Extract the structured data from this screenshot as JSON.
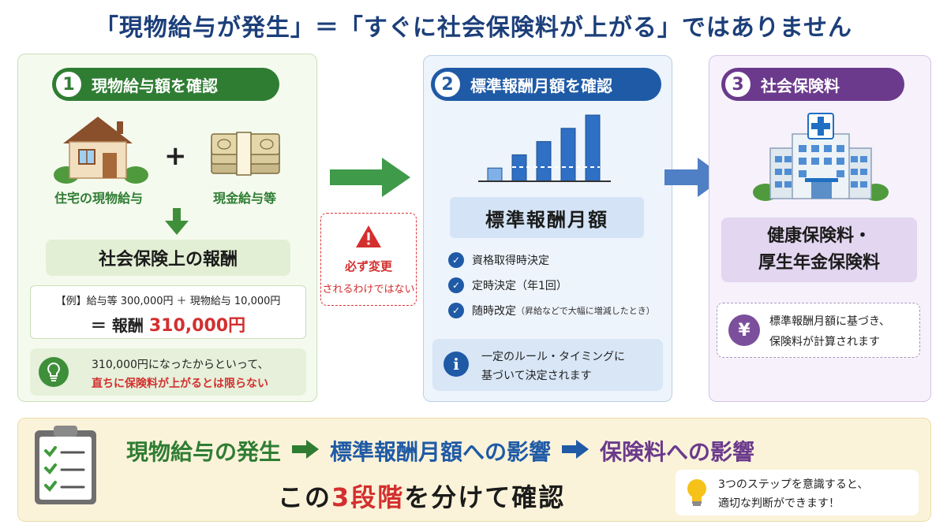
{
  "title": "「現物給与が発生」＝「すぐに社会保険料が上がる」ではありません",
  "step1": {
    "num": "1",
    "label": "現物給与額を確認",
    "house_label": "住宅の現物給与",
    "plus": "+",
    "cash_label": "現金給与等",
    "result": "社会保険上の報酬",
    "example_line1": "【例】給与等 300,000円 ＋ 現物給与 10,000円",
    "example_eq": "＝ 報酬",
    "example_value": "310,000円",
    "tip_line1": "310,000円になったからといって、",
    "tip_line2": "直ちに保険料が上がるとは限らない"
  },
  "caution": {
    "line1": "必ず変更",
    "line2": "されるわけではない"
  },
  "step2": {
    "num": "2",
    "label": "標準報酬月額を確認",
    "box": "標準報酬月額",
    "checks": [
      {
        "main": "資格取得時決定",
        "note": ""
      },
      {
        "main": "定時決定（年1回）",
        "note": ""
      },
      {
        "main": "随時改定",
        "note": "（昇給などで大幅に増減したとき）"
      }
    ],
    "info_line1": "一定のルール・タイミングに",
    "info_line2": "基づいて決定されます",
    "bars": [
      1,
      2,
      3,
      4,
      5
    ]
  },
  "step3": {
    "num": "3",
    "label": "社会保険料",
    "ins_line1": "健康保険料・",
    "ins_line2": "厚生年金保険料",
    "yen_symbol": "¥",
    "yen_line1": "標準報酬月額に基づき、",
    "yen_line2": "保険料が計算されます"
  },
  "bottom": {
    "flow1": "現物給与の発生",
    "flow2": "標準報酬月額への影響",
    "flow3": "保険料への影響",
    "conclude_pre": "この",
    "conclude_num": "3段階",
    "conclude_post": "を分けて確認",
    "tip_line1": "3つのステップを意識すると、",
    "tip_line2": "適切な判断ができます！"
  },
  "colors": {
    "green": "#2f7d33",
    "blue": "#1f5aa6",
    "purple": "#6b3a8c",
    "red": "#d32f2f",
    "navy": "#1c3f7a"
  }
}
